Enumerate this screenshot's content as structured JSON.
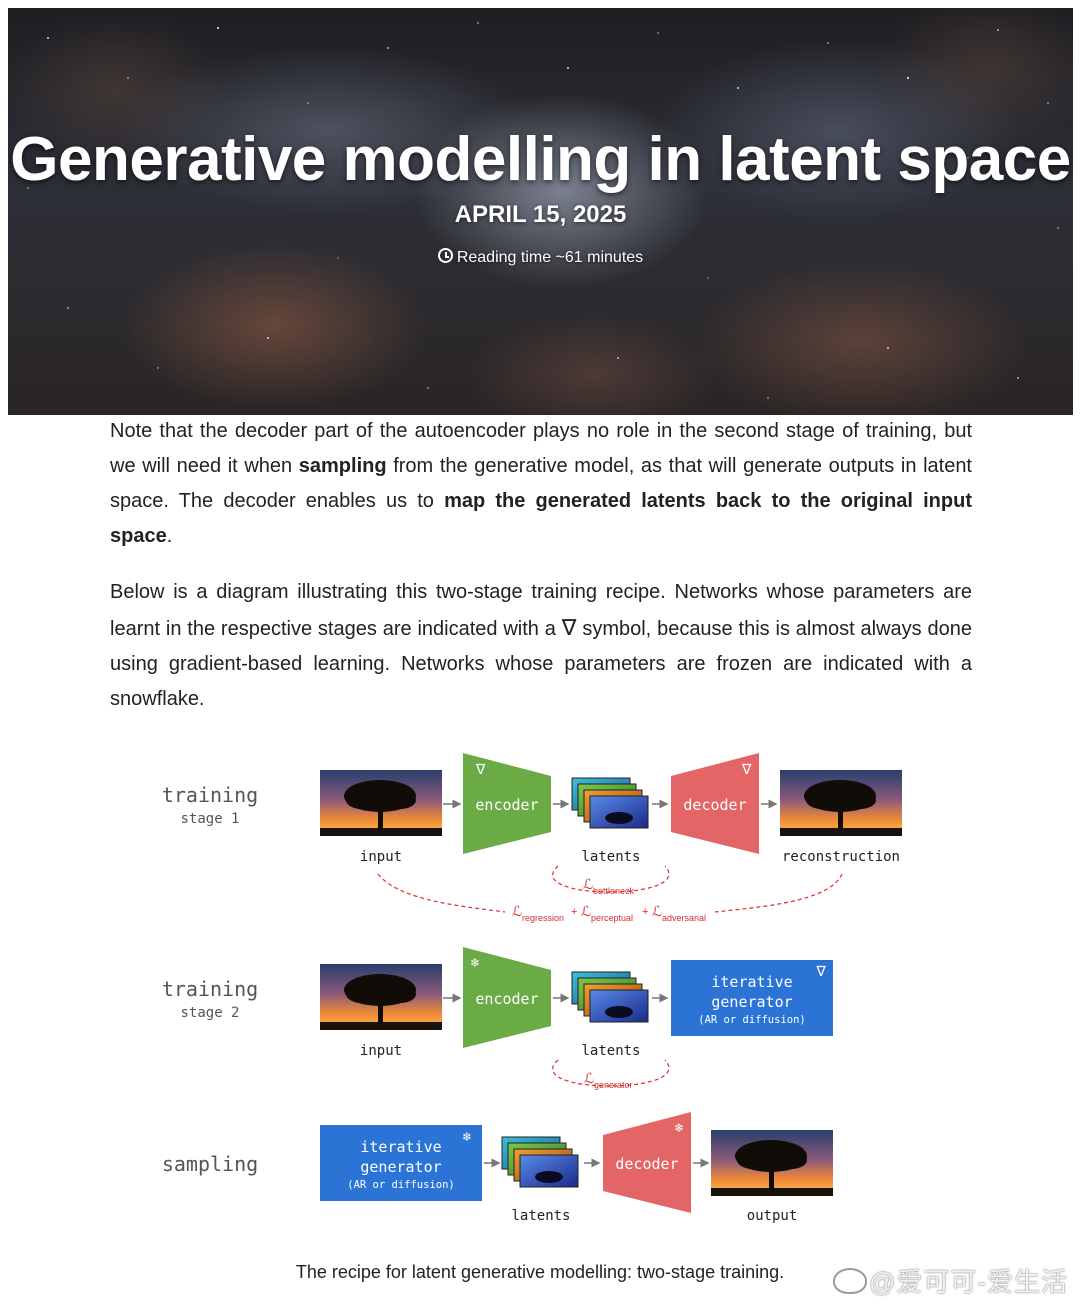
{
  "header": {
    "title": "Generative modelling in latent space",
    "date": "APRIL 15, 2025",
    "reading_time": "Reading time ~61 minutes"
  },
  "body": {
    "p1": {
      "s1": "Note that the decoder part of the autoencoder plays no role in the second stage of training, but we will need it when ",
      "b1": "sampling",
      "s2": " from the generative model, as that will generate outputs in latent space. The decoder enables us to ",
      "b2": "map the generated latents back to the original input space",
      "s3": "."
    },
    "p2": {
      "s1": "Below is a diagram illustrating this two-stage training recipe. Networks whose parameters are learnt in the respective stages are indicated with a ",
      "symbol": "∇",
      "s2": " symbol, because this is almost always done using gradient-based learning. Networks whose parameters are frozen are indicated with a snowflake."
    }
  },
  "diagram": {
    "stage1": {
      "label1": "training",
      "label2": "stage 1",
      "input": "input",
      "encoder": "encoder",
      "latents": "latents",
      "decoder": "decoder",
      "reconstruction": "reconstruction",
      "encoder_mark": "∇",
      "decoder_mark": "∇"
    },
    "loss1": {
      "bottleneck": "bottleneck",
      "regression": "regression",
      "perceptual": "perceptual",
      "adversarial": "adversarial",
      "plus": "+",
      "L": "ℒ"
    },
    "stage2": {
      "label1": "training",
      "label2": "stage 2",
      "input": "input",
      "encoder": "encoder",
      "latents": "latents",
      "gen1": "iterative",
      "gen2": "generator",
      "gen3": "(AR or diffusion)",
      "gen_mark": "∇",
      "encoder_mark": "❄"
    },
    "loss2": {
      "generator": "generator",
      "L": "ℒ"
    },
    "sampling": {
      "label": "sampling",
      "gen1": "iterative",
      "gen2": "generator",
      "gen3": "(AR or diffusion)",
      "latents": "latents",
      "decoder": "decoder",
      "output": "output",
      "gen_mark": "❄",
      "decoder_mark": "❄"
    },
    "colors": {
      "encoder": "#6aab45",
      "decoder": "#e36565",
      "generator": "#2b74d6",
      "loss": "#d63030"
    }
  },
  "caption": "The recipe for latent generative modelling: two-stage training.",
  "watermark": "@爱可可-爱生活"
}
